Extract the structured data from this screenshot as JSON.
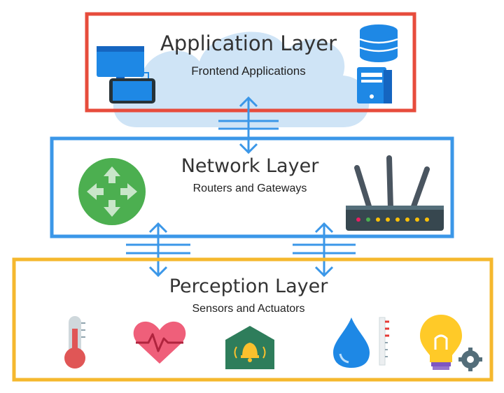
{
  "colors": {
    "application_border": "#e74c3c",
    "network_border": "#3b97e8",
    "perception_border": "#f5b82e",
    "cloud": "#cfe4f6",
    "arrow": "#3b97e8"
  },
  "application": {
    "title": "Application Layer",
    "subtitle": "Frontend Applications",
    "icons": [
      "desktop-monitor-icon",
      "tablet-icon",
      "database-icon",
      "server-tower-icon"
    ]
  },
  "network": {
    "title": "Network Layer",
    "subtitle": "Routers and Gateways",
    "icons": [
      "router-symbol-icon",
      "wifi-gateway-icon"
    ]
  },
  "perception": {
    "title": "Perception Layer",
    "subtitle": "Sensors and Actuators",
    "icons": [
      "thermometer-icon",
      "heart-rate-icon",
      "alarm-house-icon",
      "water-level-icon",
      "smart-bulb-gear-icon"
    ]
  }
}
